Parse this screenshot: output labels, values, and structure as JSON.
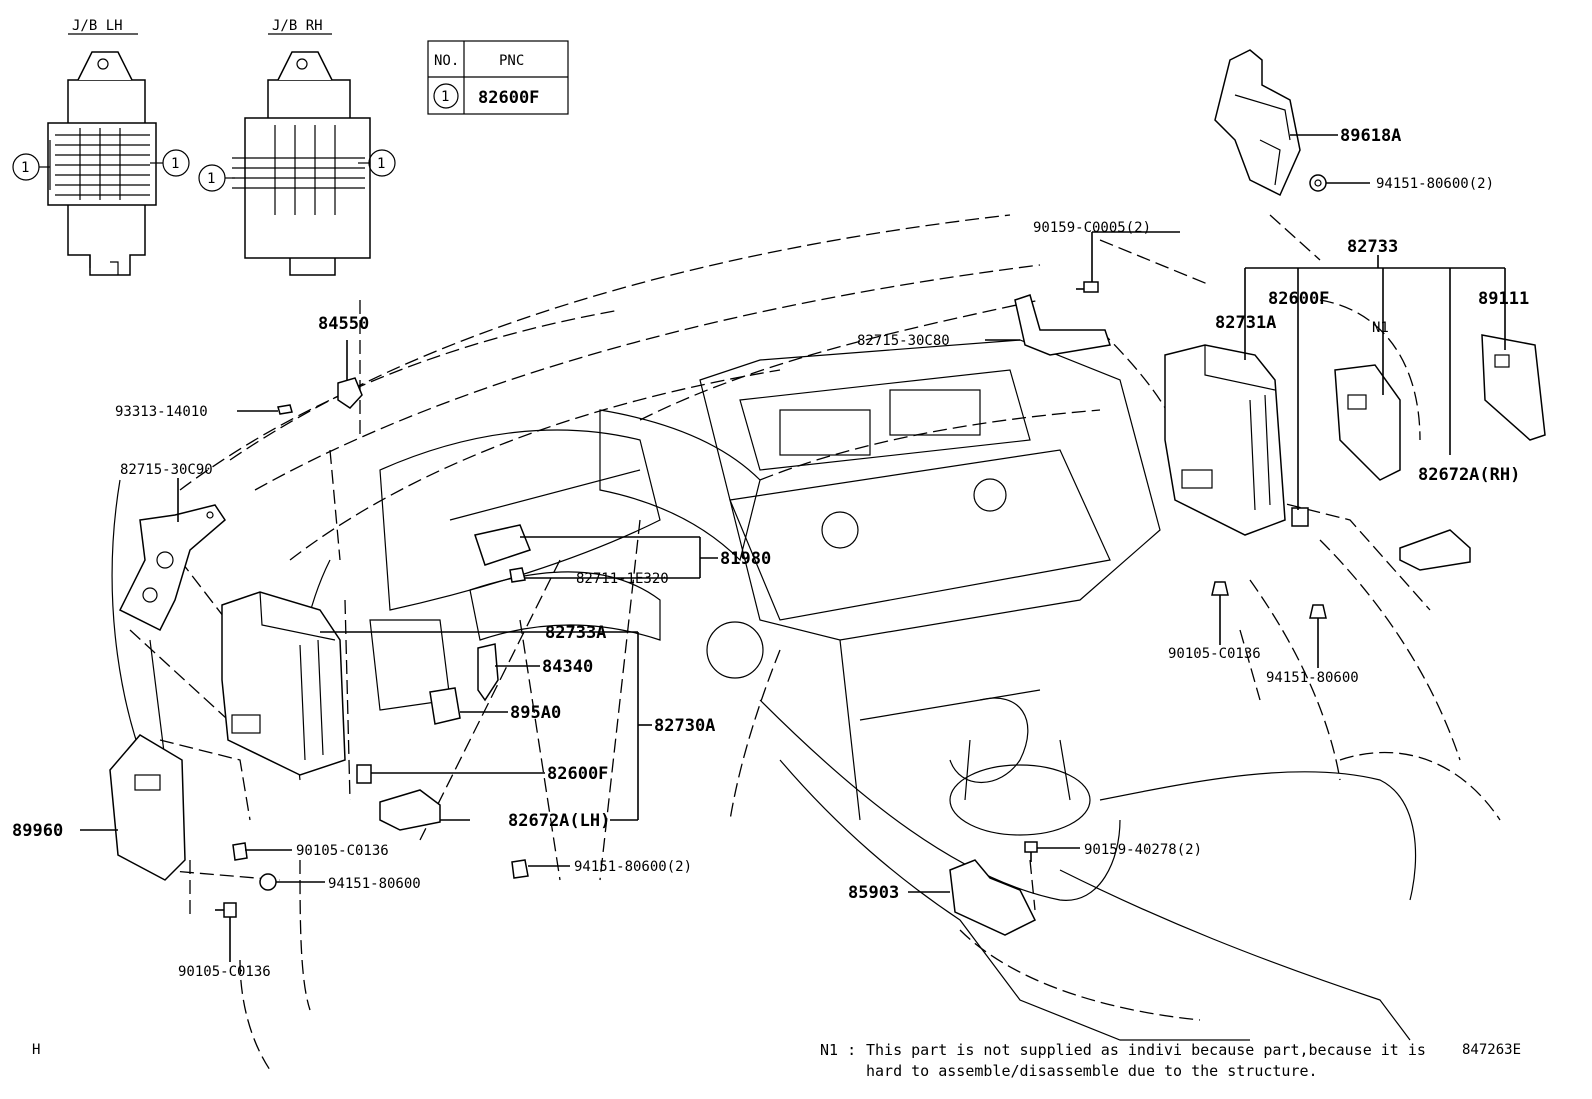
{
  "title": "",
  "jb_labels": {
    "left": "J/B LH",
    "right": "J/B RH"
  },
  "ref_table": {
    "col_no": "NO.",
    "col_pnc": "PNC",
    "row_no": "1",
    "row_pnc": "82600F"
  },
  "circle_marker": "1",
  "parts": {
    "p89618A": "89618A",
    "p94151_80600_2_top": "94151-80600(2)",
    "p90159_C0005_2": "90159-C0005(2)",
    "p82733": "82733",
    "p82600F_right": "82600F",
    "p89111": "89111",
    "p82731A": "82731A",
    "n1": "N1",
    "p84550": "84550",
    "p82715_30C80": "82715-30C80",
    "p93313_14010": "93313-14010",
    "p82715_30C90": "82715-30C90",
    "p82672A_RH": "82672A(RH)",
    "p81980": "81980",
    "p82711_1E320": "82711-1E320",
    "p82733A": "82733A",
    "p84340": "84340",
    "p895A0": "895A0",
    "p82730A": "82730A",
    "p82600F_left": "82600F",
    "p90105_C0136_right": "90105-C0136",
    "p94151_80600_right": "94151-80600",
    "p89960": "89960",
    "p82672A_LH": "82672A(LH)",
    "p90105_C0136_mid": "90105-C0136",
    "p94151_80600_2_mid": "94151-80600(2)",
    "p94151_80600_left": "94151-80600",
    "p90159_40278_2": "90159-40278(2)",
    "p85903": "85903",
    "p90105_C0136_bottom": "90105-C0136"
  },
  "footnote": {
    "label": "N1 :",
    "line1": "This part is not supplied as indivi because part,because it is",
    "line2": "hard to assemble/disassemble due to the structure."
  },
  "corner_letter": "H",
  "diagram_code": "847263E"
}
